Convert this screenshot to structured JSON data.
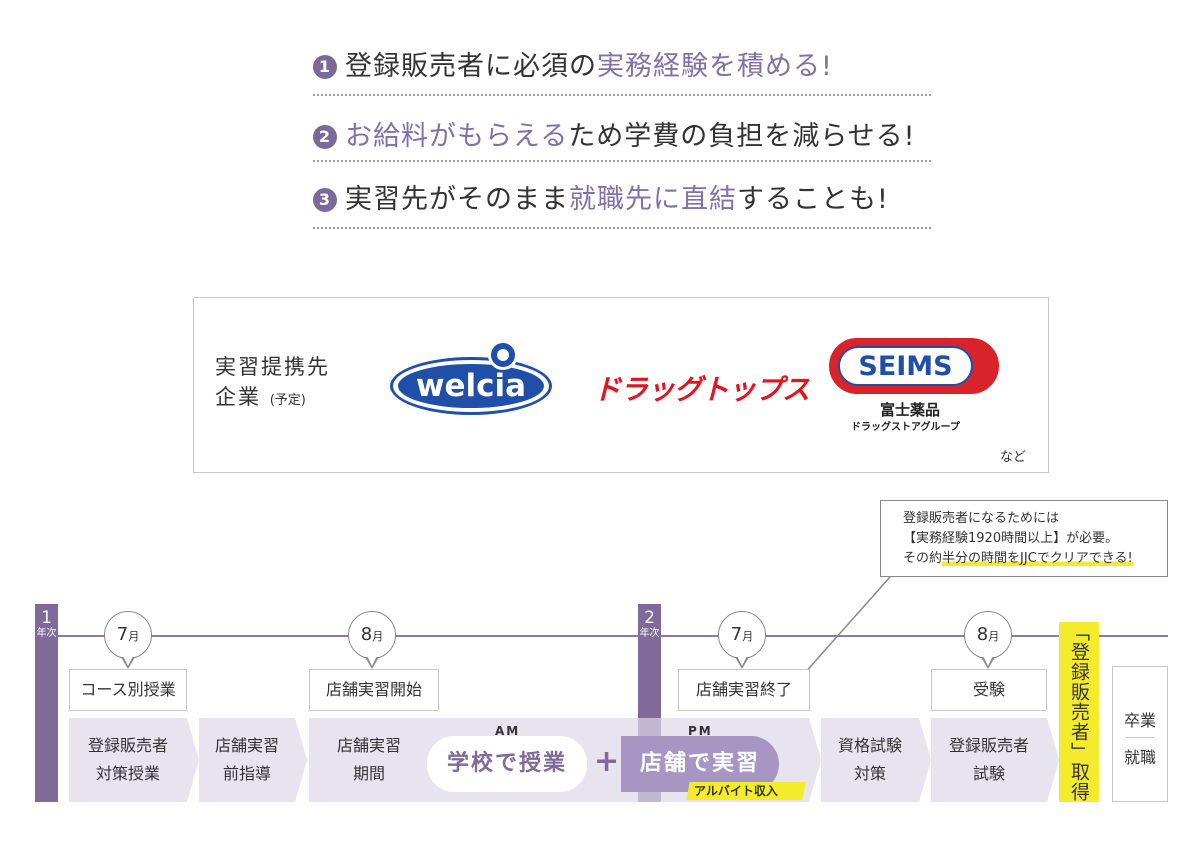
{
  "benefits": [
    {
      "num": "1",
      "pre": "登録販売者に必須の",
      "hl": "実務経験を積める",
      "post": "!"
    },
    {
      "num": "2",
      "hl": "お給料がもらえる",
      "post": "ため学費の負担を減らせる!"
    },
    {
      "num": "3",
      "pre": "実習先がそのまま",
      "hl": "就職先に直結",
      "post": "することも!"
    }
  ],
  "partners": {
    "title_line1": "実習提携先",
    "title_line2": "企業",
    "title_sub": "(予定)",
    "logos": {
      "welcia": "welcia",
      "drugtops": "ドラッグトップス",
      "seims": "SEIMS",
      "seims_sub1": "富士薬品",
      "seims_sub2": "ドラッグストアグループ"
    },
    "etc": "など"
  },
  "callout": {
    "line1": "登録販売者になるためには",
    "line2": "【実務経験1920時間以上】が必要。",
    "line3_pre": "その約",
    "line3_hl": "半分の時間をJJCでクリアできる!"
  },
  "timeline": {
    "year1": {
      "num": "1",
      "unit": "年次"
    },
    "year2": {
      "num": "2",
      "unit": "年次"
    },
    "months": [
      {
        "num": "7",
        "unit": "月"
      },
      {
        "num": "8",
        "unit": "月"
      },
      {
        "num": "7",
        "unit": "月"
      },
      {
        "num": "8",
        "unit": "月"
      }
    ],
    "events": [
      "コース別授業",
      "店舗実習開始",
      "店舗実習終了",
      "受験"
    ],
    "phases": [
      {
        "l1": "登録販売者",
        "l2": "対策授業"
      },
      {
        "l1": "店舗実習",
        "l2": "前指導"
      },
      {
        "l1": "店舗実習",
        "l2": "期間"
      },
      {
        "l1": "資格試験",
        "l2": "対策"
      },
      {
        "l1": "登録販売者",
        "l2": "試験"
      }
    ],
    "am_label": "AM",
    "pm_label": "PM",
    "school": "学校で授業",
    "plus": "+",
    "store": "店舗で実習",
    "part_time": "アルバイト収入",
    "registration": "「登録販売者」取得",
    "final1": "卒業",
    "final2": "就職"
  },
  "colors": {
    "accent": "#7f6a9a",
    "highlight": "#f5eb2d",
    "phase_bg": "#e7e3ef"
  }
}
